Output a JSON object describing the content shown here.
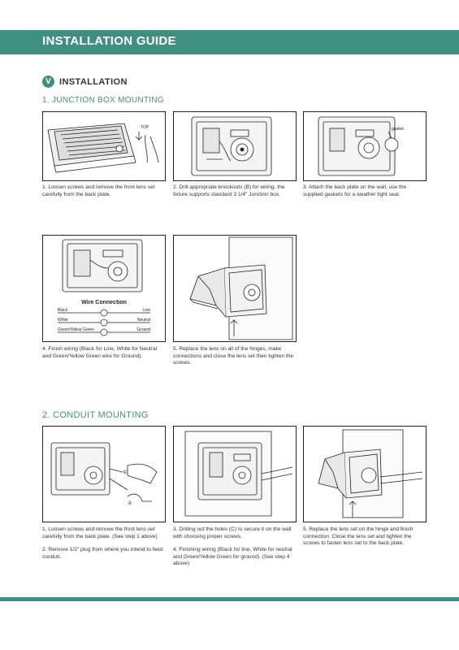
{
  "header": {
    "title": "INSTALLATION GUIDE"
  },
  "section": {
    "badge": "V",
    "title": "INSTALLATION"
  },
  "junction": {
    "title": "1. JUNCTION BOX MOUNTING",
    "steps": [
      "1. Loosen screws and remove the front lens set carefully from the back plate.",
      "2. Drill appropriate knockouts (B) for wiring, the fixture supports standard 3 1/4\" Junction box.",
      "3. Attach the back plate on the wall, use the supplied gaskets for a weather tight seal.",
      "4. Finish wiring (Black for Line, White for Neutral and Green/Yellow Green wire for Ground).",
      "5. Replace the lens on all of the hinges, make connections and close the lens set then tighten the screws."
    ],
    "gasket_label": "gasket",
    "top_label": "TOP",
    "wire": {
      "title": "Wire Connection",
      "rows": [
        {
          "left": "Black",
          "right": "Line"
        },
        {
          "left": "White",
          "right": "Neutral"
        },
        {
          "left": "Green/Yellow Green",
          "right": "Ground"
        }
      ]
    }
  },
  "conduit": {
    "title": "2. CONDUIT MOUNTING",
    "steps": [
      "1. Loosen screws and remove the front lens set carefully from the back plate. (See step 1 above)",
      "2. Remove 1/2\" plug from where you intend to feed conduit.",
      "3. Drilling out the holes (C) to secure it on the wall with choosing proper screws.",
      "4. Finishing wiring (Black for line, White for neutral and Green/Yellow Green for ground). (See step 4 above)",
      "5. Replace the lens set on the hinge and finish connection. Close the lens set and tighten the screws to fasten lens set to the back plate."
    ],
    "callouts": [
      "①",
      "②"
    ]
  },
  "colors": {
    "accent": "#3f8f80",
    "text": "#333333",
    "line": "#222222"
  }
}
